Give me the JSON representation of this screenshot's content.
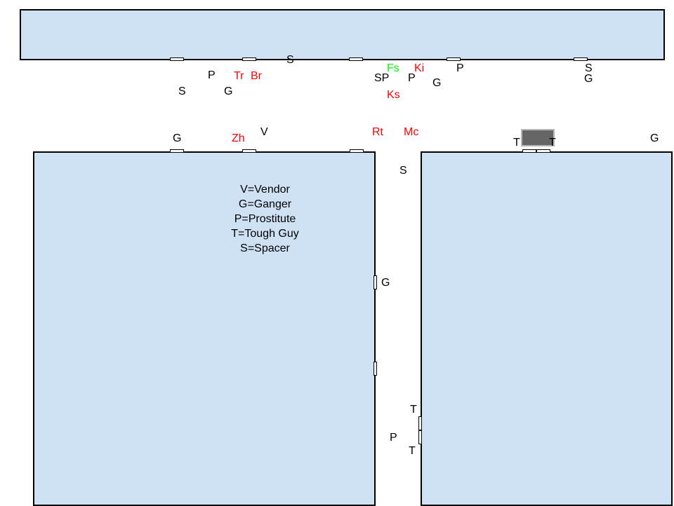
{
  "colors": {
    "building_fill": "#cfe2f3",
    "outline": "#000000",
    "named_marker": "#ff0000",
    "special_marker": "#00ff00",
    "vehicle_fill": "#666666",
    "vehicle_border": "#b7b7b7"
  },
  "legend": [
    "V=Vendor",
    "G=Ganger",
    "P=Prostitute",
    "T=Tough Guy",
    "S=Spacer"
  ],
  "markers": {
    "m1": "S",
    "m2": "P",
    "m3": "Tr",
    "m4": "Br",
    "m5": "G",
    "m6": "S",
    "m7": "SP",
    "m8": "Fs",
    "m9": "Ks",
    "m10": "P",
    "m11": "Ki",
    "m12": "G",
    "m13": "P",
    "m14": "S",
    "m15": "G",
    "m16": "G",
    "m17": "Zh",
    "m18": "V",
    "m19": "Rt",
    "m20": "Mc",
    "m21": "S",
    "m22": "T",
    "m23": "T",
    "m24": "G",
    "m25": "G",
    "m26": "T",
    "m27": "P",
    "m28": "T"
  }
}
